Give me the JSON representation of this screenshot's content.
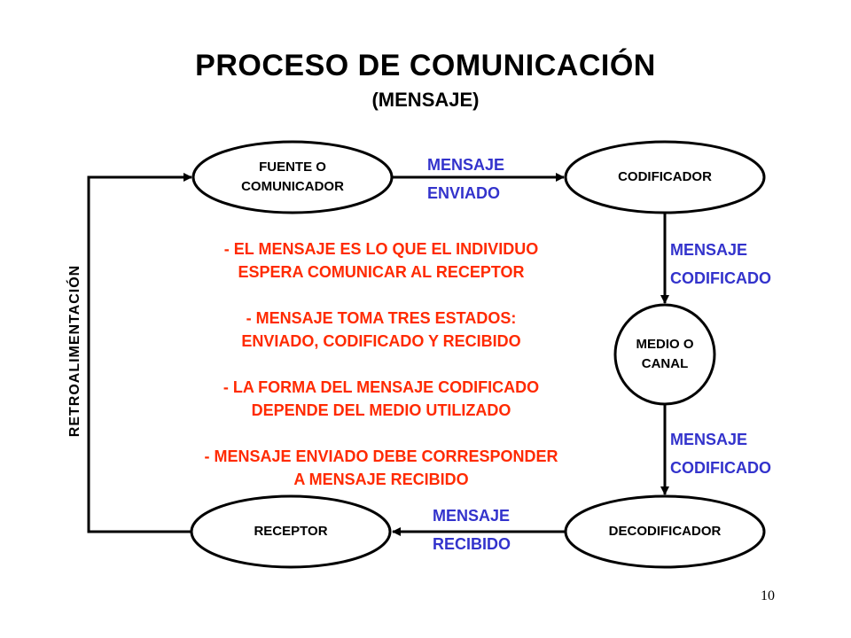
{
  "title": "PROCESO DE COMUNICACIÓN",
  "subtitle": "(MENSAJE)",
  "nodes": {
    "fuente": "FUENTE O\nCOMUNICADOR",
    "codificador": "CODIFICADOR",
    "medio": "MEDIO O\nCANAL",
    "decodificador": "DECODIFICADOR",
    "receptor": "RECEPTOR"
  },
  "edges": {
    "enviado": "MENSAJE\nENVIADO",
    "codificado_1": "MENSAJE\nCODIFICADO",
    "codificado_2": "MENSAJE\nCODIFICADO",
    "recibido": "MENSAJE\nRECIBIDO",
    "feedback": "RETROALIMENTACIÓN"
  },
  "notes": [
    "- EL MENSAJE ES LO QUE EL INDIVIDUO\nESPERA COMUNICAR AL RECEPTOR",
    "- MENSAJE TOMA TRES ESTADOS:\nENVIADO, CODIFICADO Y RECIBIDO",
    "- LA FORMA DEL MENSAJE CODIFICADO\nDEPENDE DEL MEDIO UTILIZADO",
    "- MENSAJE ENVIADO DEBE CORRESPONDER\nA MENSAJE RECIBIDO"
  ],
  "page_number": "10",
  "colors": {
    "edge_label": "#3333cc",
    "notes": "#ff2a00",
    "lines": "#000000"
  }
}
